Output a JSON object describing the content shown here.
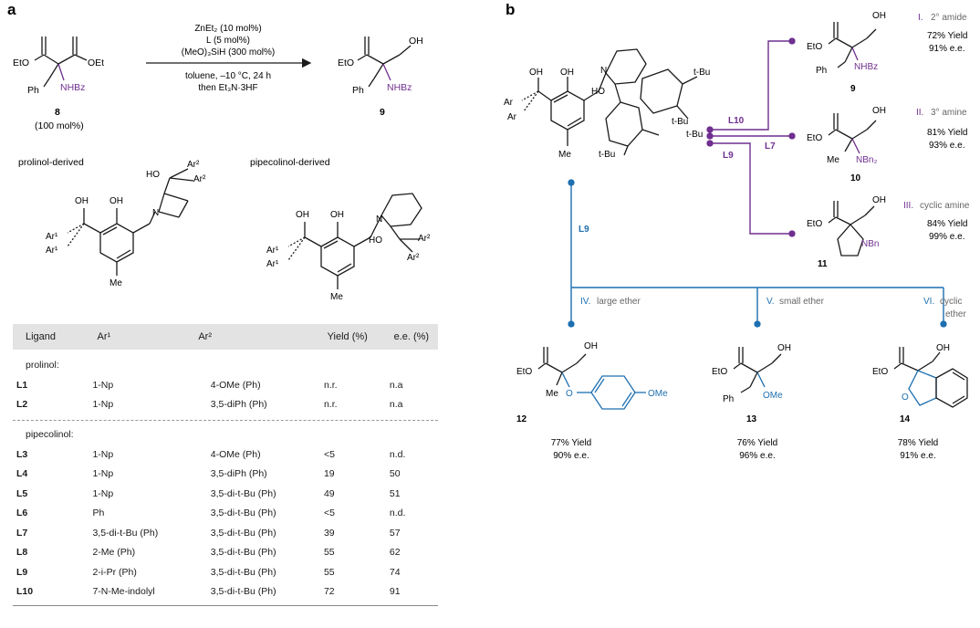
{
  "panel_a": {
    "label": "a",
    "substrate": {
      "number": "8",
      "equiv": "(100 mol%)",
      "groups": {
        "ester_left": "EtO",
        "ester_right": "OEt",
        "benzyl": "Ph",
        "amide": "NHBz"
      }
    },
    "conditions": {
      "line1": "ZnEt₂ (10 mol%)",
      "line2": "L (5 mol%)",
      "line3": "(MeO)₃SiH (300 mol%)",
      "line4": "toluene, –10 °C, 24 h",
      "line5": "then Et₃N·3HF"
    },
    "product": {
      "number": "9",
      "groups": {
        "ester": "EtO",
        "hydroxyl": "OH",
        "benzyl": "Ph",
        "amide": "NHBz"
      }
    },
    "ligand_classes": {
      "prolinol_title": "prolinol-derived",
      "pipecolinol_title": "pipecolinol-derived",
      "atoms": {
        "oh": "OH",
        "ho": "HO",
        "n": "N",
        "me": "Me",
        "ar1": "Ar¹",
        "ar2": "Ar²"
      }
    },
    "table": {
      "headers": [
        "Ligand",
        "Ar¹",
        "Ar²",
        "Yield (%)",
        "e.e. (%)"
      ],
      "prolinol_label": "prolinol:",
      "pipecolinol_label": "pipecolinol:",
      "prolinol_rows": [
        [
          "L1",
          "1-Np",
          "4-OMe (Ph)",
          "n.r.",
          "n.a"
        ],
        [
          "L2",
          "1-Np",
          "3,5-diPh (Ph)",
          "n.r.",
          "n.a"
        ]
      ],
      "pipecolinol_rows": [
        [
          "L3",
          "1-Np",
          "4-OMe (Ph)",
          "<5",
          "n.d."
        ],
        [
          "L4",
          "1-Np",
          "3,5-diPh (Ph)",
          "19",
          "50"
        ],
        [
          "L5",
          "1-Np",
          "3,5-di-t-Bu (Ph)",
          "49",
          "51"
        ],
        [
          "L6",
          "Ph",
          "3,5-di-t-Bu (Ph)",
          "<5",
          "n.d."
        ],
        [
          "L7",
          "3,5-di-t-Bu (Ph)",
          "3,5-di-t-Bu (Ph)",
          "39",
          "57"
        ],
        [
          "L8",
          "2-Me (Ph)",
          "3,5-di-t-Bu (Ph)",
          "55",
          "62"
        ],
        [
          "L9",
          "2-i-Pr (Ph)",
          "3,5-di-t-Bu (Ph)",
          "55",
          "74"
        ],
        [
          "L10",
          "7-N-Me-indolyl",
          "3,5-di-t-Bu (Ph)",
          "72",
          "91"
        ]
      ]
    }
  },
  "panel_b": {
    "label": "b",
    "ligand_atoms": {
      "oh": "OH",
      "ho": "HO",
      "n": "N",
      "me": "Me",
      "ar": "Ar",
      "tbu": "t-Bu"
    },
    "branch_labels": {
      "l10": "L10",
      "l7": "L7",
      "l9_upper": "L9",
      "l9_lower": "L9"
    },
    "products": [
      {
        "roman": "I.",
        "class": "2° amide",
        "number": "9",
        "yield": "72% Yield",
        "ee": "91% e.e.",
        "groups": {
          "ester": "EtO",
          "oh": "OH",
          "sub": "Ph",
          "n": "NHBz"
        }
      },
      {
        "roman": "II.",
        "class": "3° amine",
        "number": "10",
        "yield": "81% Yield",
        "ee": "93% e.e.",
        "groups": {
          "ester": "EtO",
          "oh": "OH",
          "sub": "Me",
          "n": "NBn₂"
        }
      },
      {
        "roman": "III.",
        "class": "cyclic amine",
        "number": "11",
        "yield": "84% Yield",
        "ee": "99% e.e.",
        "groups": {
          "ester": "EtO",
          "oh": "OH",
          "n": "NBn"
        }
      },
      {
        "roman": "IV.",
        "class": "large ether",
        "number": "12",
        "yield": "77% Yield",
        "ee": "90% e.e.",
        "groups": {
          "ester": "EtO",
          "oh": "OH",
          "sub": "Me",
          "o": "O",
          "ome": "OMe"
        }
      },
      {
        "roman": "V.",
        "class": "small ether",
        "number": "13",
        "yield": "76% Yield",
        "ee": "96% e.e.",
        "groups": {
          "ester": "EtO",
          "oh": "OH",
          "sub": "Ph",
          "ome": "OMe"
        }
      },
      {
        "roman": "VI.",
        "class_line1": "cyclic",
        "class_line2": "ether",
        "number": "14",
        "yield": "78% Yield",
        "ee": "91% e.e.",
        "groups": {
          "ester": "EtO",
          "oh": "OH",
          "o": "O"
        }
      }
    ],
    "colors": {
      "purple": "#6f2f8f",
      "blue": "#1d6fb0",
      "line": "#1a1a1a"
    }
  }
}
